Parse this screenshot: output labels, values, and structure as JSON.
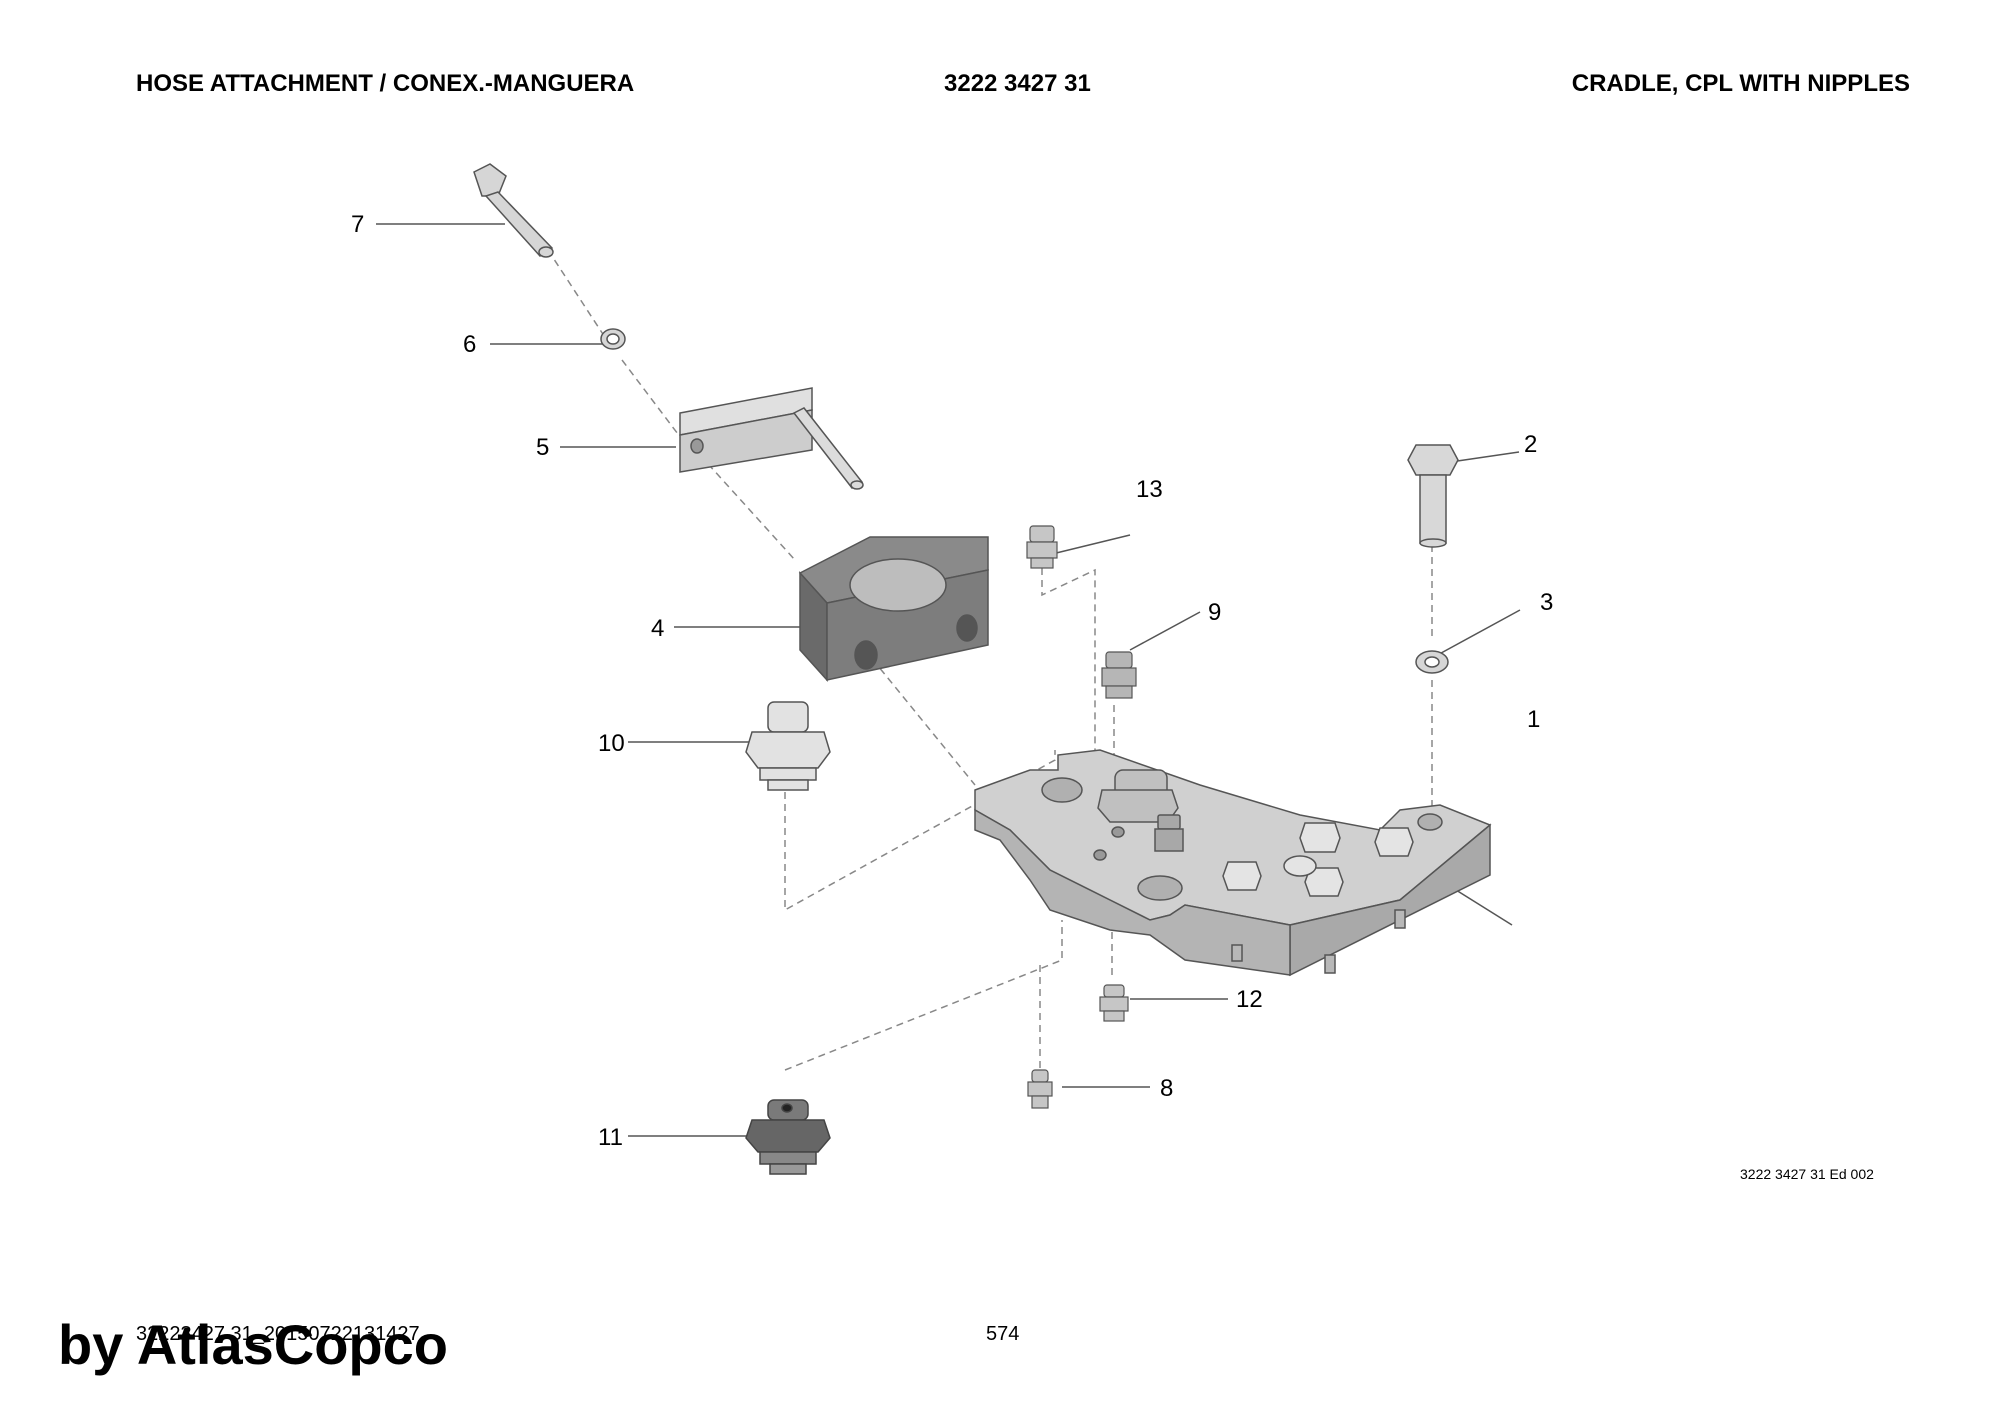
{
  "header": {
    "left": "HOSE ATTACHMENT / CONEX.-MANGUERA",
    "center": "3222 3427 31",
    "right": "CRADLE, CPL WITH NIPPLES"
  },
  "callouts": [
    "1",
    "2",
    "3",
    "4",
    "5",
    "6",
    "7",
    "8",
    "9",
    "10",
    "11",
    "12",
    "13"
  ],
  "drawing_ref": "3222 3427 31 Ed 002",
  "footer": {
    "code": "32223427 31_20150722131427",
    "page": "574",
    "watermark": "by AtlasCopco"
  },
  "colors": {
    "part_fill": "#c8c8c8",
    "part_dark": "#6e6e6e",
    "line": "#555555"
  }
}
